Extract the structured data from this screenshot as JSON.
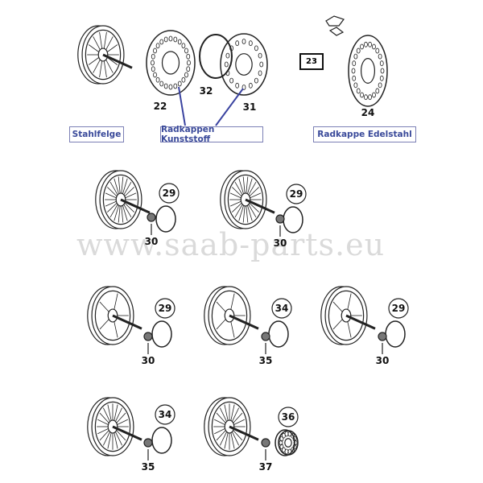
{
  "categories": {
    "steel_rim": "Stahlfelge",
    "plastic_caps": "Radkappen Kunststoff",
    "steel_cap": "Radkappe Edelstahl"
  },
  "watermark": "www.saab-parts.eu",
  "top_parts": {
    "p22": "22",
    "p31": "31",
    "p32": "32",
    "p23": "23",
    "p24": "24"
  },
  "groups": [
    {
      "cap": "29",
      "nut": "30"
    },
    {
      "cap": "29",
      "nut": "30"
    },
    {
      "cap": "29",
      "nut": "30"
    },
    {
      "cap": "34",
      "nut": "35"
    },
    {
      "cap": "29",
      "nut": "30"
    },
    {
      "cap": "34",
      "nut": "35"
    },
    {
      "cap": "36",
      "nut": "37"
    }
  ]
}
